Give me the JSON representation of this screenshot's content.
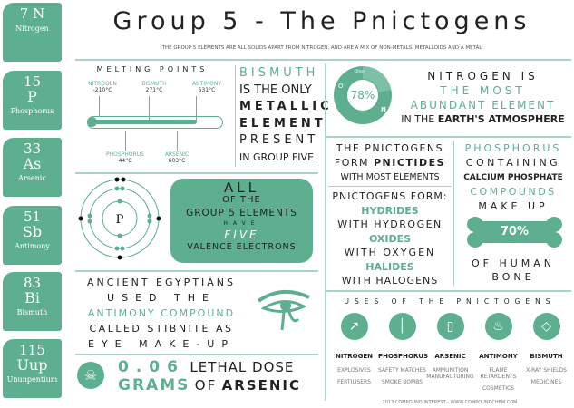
{
  "title": "Group 5 - The Pnictogens",
  "subtitle": "THE GROUP 5 ELEMENTS ARE ALL SOLIDS APART FROM NITROGEN, AND ARE A MIX OF NON-METALS, METALLOIDS AND A METAL",
  "elements": [
    {
      "number": "7",
      "symbol": "N",
      "name": "Nitrogen"
    },
    {
      "number": "15",
      "symbol": "P",
      "name": "Phosphorus"
    },
    {
      "number": "33",
      "symbol": "As",
      "name": "Arsenic"
    },
    {
      "number": "51",
      "symbol": "Sb",
      "name": "Antimony"
    },
    {
      "number": "83",
      "symbol": "Bi",
      "name": "Bismuth"
    },
    {
      "number": "115",
      "symbol": "Uup",
      "name": "Ununpentium"
    }
  ],
  "melting": {
    "heading": "MELTING POINTS",
    "top": [
      {
        "name": "NITROGEN",
        "value": "-210°C"
      },
      {
        "name": "BISMUTH",
        "value": "271°C"
      },
      {
        "name": "ANTIMONY",
        "value": "631°C"
      }
    ],
    "bottom": [
      {
        "name": "PHOSPHORUS",
        "value": "44°C"
      },
      {
        "name": "ARSENIC",
        "value": "603°C"
      }
    ]
  },
  "bismuth": [
    "BISMUTH",
    "IS THE ONLY",
    "METALLIC",
    "ELEMENT",
    "PRESENT",
    "IN GROUP FIVE"
  ],
  "nitrogen": {
    "donut_center": "78%",
    "label_other": "Other",
    "label_o": "O",
    "label_n": "N",
    "percent": 78,
    "lines": [
      "NITROGEN IS",
      "THE MOST",
      "ABUNDANT ELEMENT",
      "IN THE",
      "EARTH'S ATMOSPHERE"
    ]
  },
  "pnictides": [
    "THE PNICTOGENS",
    "FORM",
    "PNICTIDES",
    "WITH MOST ELEMENTS"
  ],
  "forms": [
    "PNICTOGENS FORM:",
    "HYDRIDES",
    "WITH HYDROGEN",
    "OXIDES",
    "WITH OXYGEN",
    "HALIDES",
    "WITH HALOGENS"
  ],
  "phosphorus": [
    "PHOSPHORUS",
    "CONTAINING",
    "CALCIUM PHOSPHATE",
    "COMPOUNDS",
    "MAKE UP",
    "70%",
    "OF HUMAN",
    "BONE"
  ],
  "atom": {
    "symbol": "P"
  },
  "valence": [
    "ALL",
    "OF THE",
    "GROUP 5 ELEMENTS",
    "HAVE",
    "FIVE",
    "VALENCE ELECTRONS"
  ],
  "egypt": [
    "ANCIENT EGYPTIANS",
    "USED THE",
    "ANTIMONY COMPOUND",
    "CALLED STIBNITE AS",
    "EYE MAKE-UP"
  ],
  "arsenic": [
    "0.06",
    "LETHAL DOSE",
    "GRAMS",
    "OF",
    "ARSENIC"
  ],
  "uses": {
    "heading": "USES OF THE PNICTOGENS",
    "items": [
      {
        "element": "NITROGEN",
        "uses": [
          "EXPLOSIVES",
          "FERTILISERS"
        ],
        "icon": "spray-icon"
      },
      {
        "element": "PHOSPHORUS",
        "uses": [
          "SAFETY MATCHES",
          "SMOKE BOMBS"
        ],
        "icon": "match-icon"
      },
      {
        "element": "ARSENIC",
        "uses": [
          "AMMUNITION MANUFACTURING"
        ],
        "icon": "bullet-icon"
      },
      {
        "element": "ANTIMONY",
        "uses": [
          "FLAME RETARDENTS",
          "COSMETICS"
        ],
        "icon": "flame-icon"
      },
      {
        "element": "BISMUTH",
        "uses": [
          "X-RAY SHIELDS",
          "MEDICINES"
        ],
        "icon": "xray-icon"
      }
    ]
  },
  "footer": "2013 COMPOUND INTEREST - WWW.COMPOUNDCHEM.COM",
  "colors": {
    "accent": "#5daf8f",
    "line": "#a9d3c2"
  }
}
